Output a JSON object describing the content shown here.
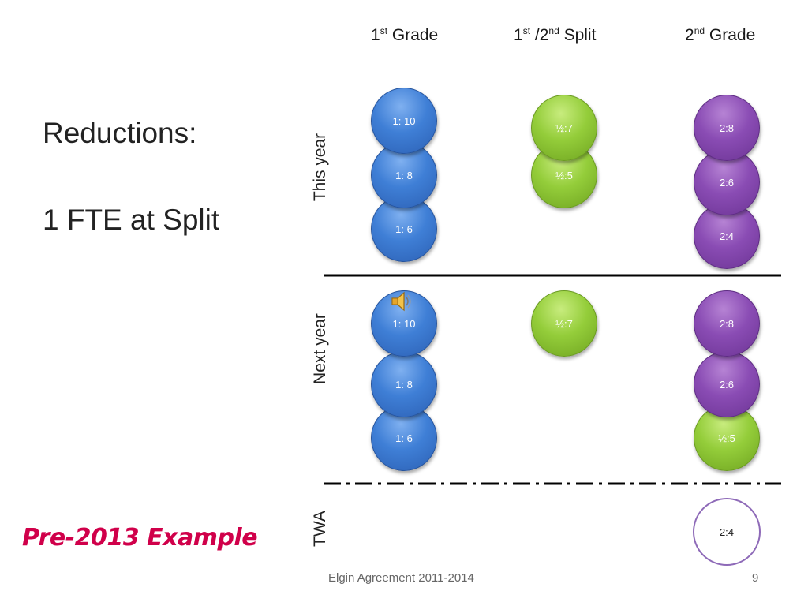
{
  "columns": {
    "first": {
      "num": "1",
      "sup": "st",
      "label": " Grade"
    },
    "split": {
      "num1": "1",
      "sup1": "st",
      "mid": " /2",
      "sup2": "nd",
      "label": " Split"
    },
    "second": {
      "num": "2",
      "sup": "nd",
      "label": " Grade"
    }
  },
  "title": "Reductions:",
  "subtitle": "1 FTE at Split",
  "row_labels": {
    "this_year": "This year",
    "next_year": "Next year",
    "twa": "TWA"
  },
  "circles": {
    "this_year": {
      "first": [
        "1: 10",
        "1: 8",
        "1: 6"
      ],
      "split": [
        "½:7",
        "½:5"
      ],
      "second": [
        "2:8",
        "2:6",
        "2:4"
      ]
    },
    "next_year": {
      "first": [
        "1: 10",
        "1: 8",
        "1: 6"
      ],
      "split": [
        "½:7"
      ],
      "second": [
        "2:8",
        "2:6",
        "½:5"
      ]
    },
    "twa": {
      "second": "2:4"
    }
  },
  "example_label": "Pre-2013 Example",
  "footer": {
    "text": "Elgin Agreement 2011-2014",
    "page": "9"
  },
  "colors": {
    "blue": "#3f7fd6",
    "green": "#94cd3a",
    "purple": "#8a4cb4",
    "example": "#d0004a"
  },
  "icons": [
    "speaker-icon"
  ]
}
